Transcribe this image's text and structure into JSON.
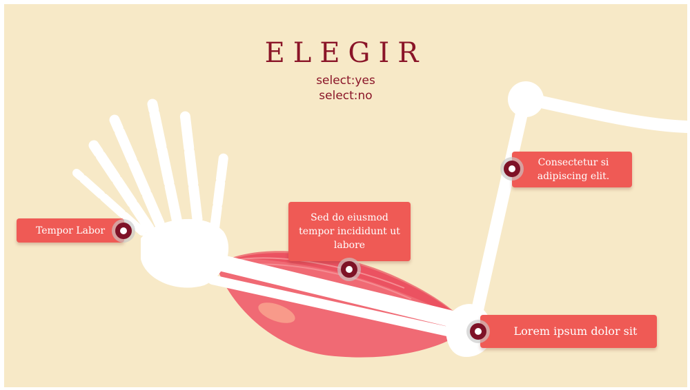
{
  "slide": {
    "title": "ELEGIR",
    "options": [
      "select:yes",
      "select:no"
    ]
  },
  "callouts": [
    {
      "id": "tempor",
      "text": "Tempor Labor"
    },
    {
      "id": "sed",
      "text": "Sed do eiusmod tempor incididunt ut labore"
    },
    {
      "id": "consectetur",
      "text": "Consectetur si adipiscing elit."
    },
    {
      "id": "lorem",
      "text": "Lorem ipsum dolor sit"
    }
  ],
  "colors": {
    "background": "#f7e9c7",
    "title": "#8a1528",
    "callout": "#ef5a55",
    "marker": "#7e1227",
    "muscle": "#f06a74",
    "bone": "#ffffff"
  }
}
